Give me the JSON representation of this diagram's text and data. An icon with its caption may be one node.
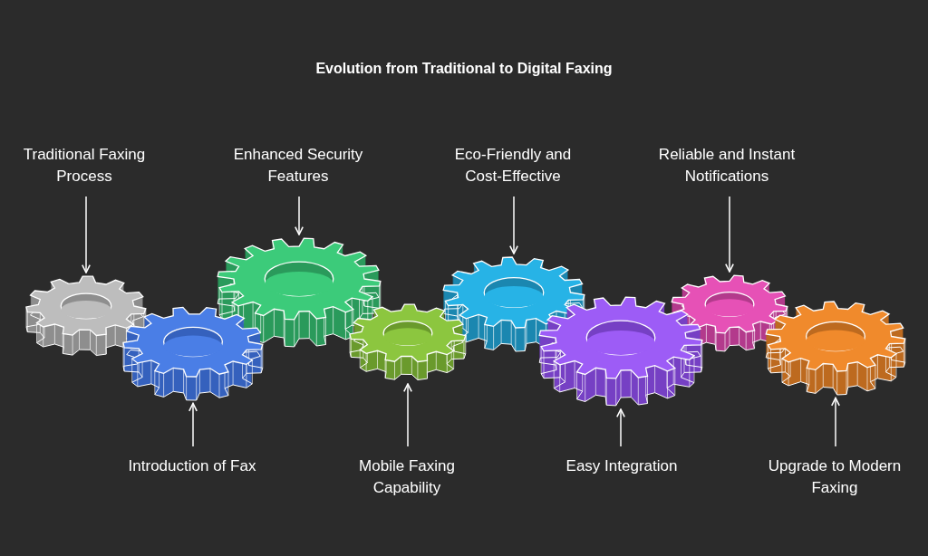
{
  "diagram": {
    "title": "Evolution from Traditional to Digital Faxing",
    "nodes": [
      {
        "text": [
          "Traditional Faxing Process"
        ]
      },
      {
        "text": [
          "Introduction of Fax"
        ]
      },
      {
        "text": [
          "Enhanced Security Features"
        ]
      },
      {
        "text": [
          "Mobile Faxing Capability"
        ]
      },
      {
        "text": [
          "Eco-Friendly and Cost-Effective"
        ]
      },
      {
        "text": [
          "Easy Integration"
        ]
      },
      {
        "text": [
          "Reliable and Instant Notifications"
        ]
      },
      {
        "text": [
          "Upgrade to Modern Faxing"
        ]
      },
      {
        "text": [],
        "shape": "gear"
      },
      {
        "text": [],
        "shape": "gear"
      },
      {
        "text": [],
        "shape": "gear"
      },
      {
        "text": [],
        "shape": "gear"
      },
      {
        "text": [],
        "shape": "gear"
      },
      {
        "text": [],
        "shape": "gear"
      },
      {
        "text": [],
        "shape": "gear"
      },
      {
        "text": [],
        "shape": "gear"
      }
    ],
    "edges": [
      {
        "from": 0,
        "to": 8,
        "arrow": "to"
      },
      {
        "from": 1,
        "to": 9,
        "arrow": "to"
      },
      {
        "from": 2,
        "to": 10,
        "arrow": "to"
      },
      {
        "from": 3,
        "to": 11,
        "arrow": "to"
      },
      {
        "from": 4,
        "to": 12,
        "arrow": "to"
      },
      {
        "from": 5,
        "to": 13,
        "arrow": "to"
      },
      {
        "from": 6,
        "to": 14,
        "arrow": "to"
      },
      {
        "from": 7,
        "to": 15,
        "arrow": "to"
      }
    ]
  }
}
